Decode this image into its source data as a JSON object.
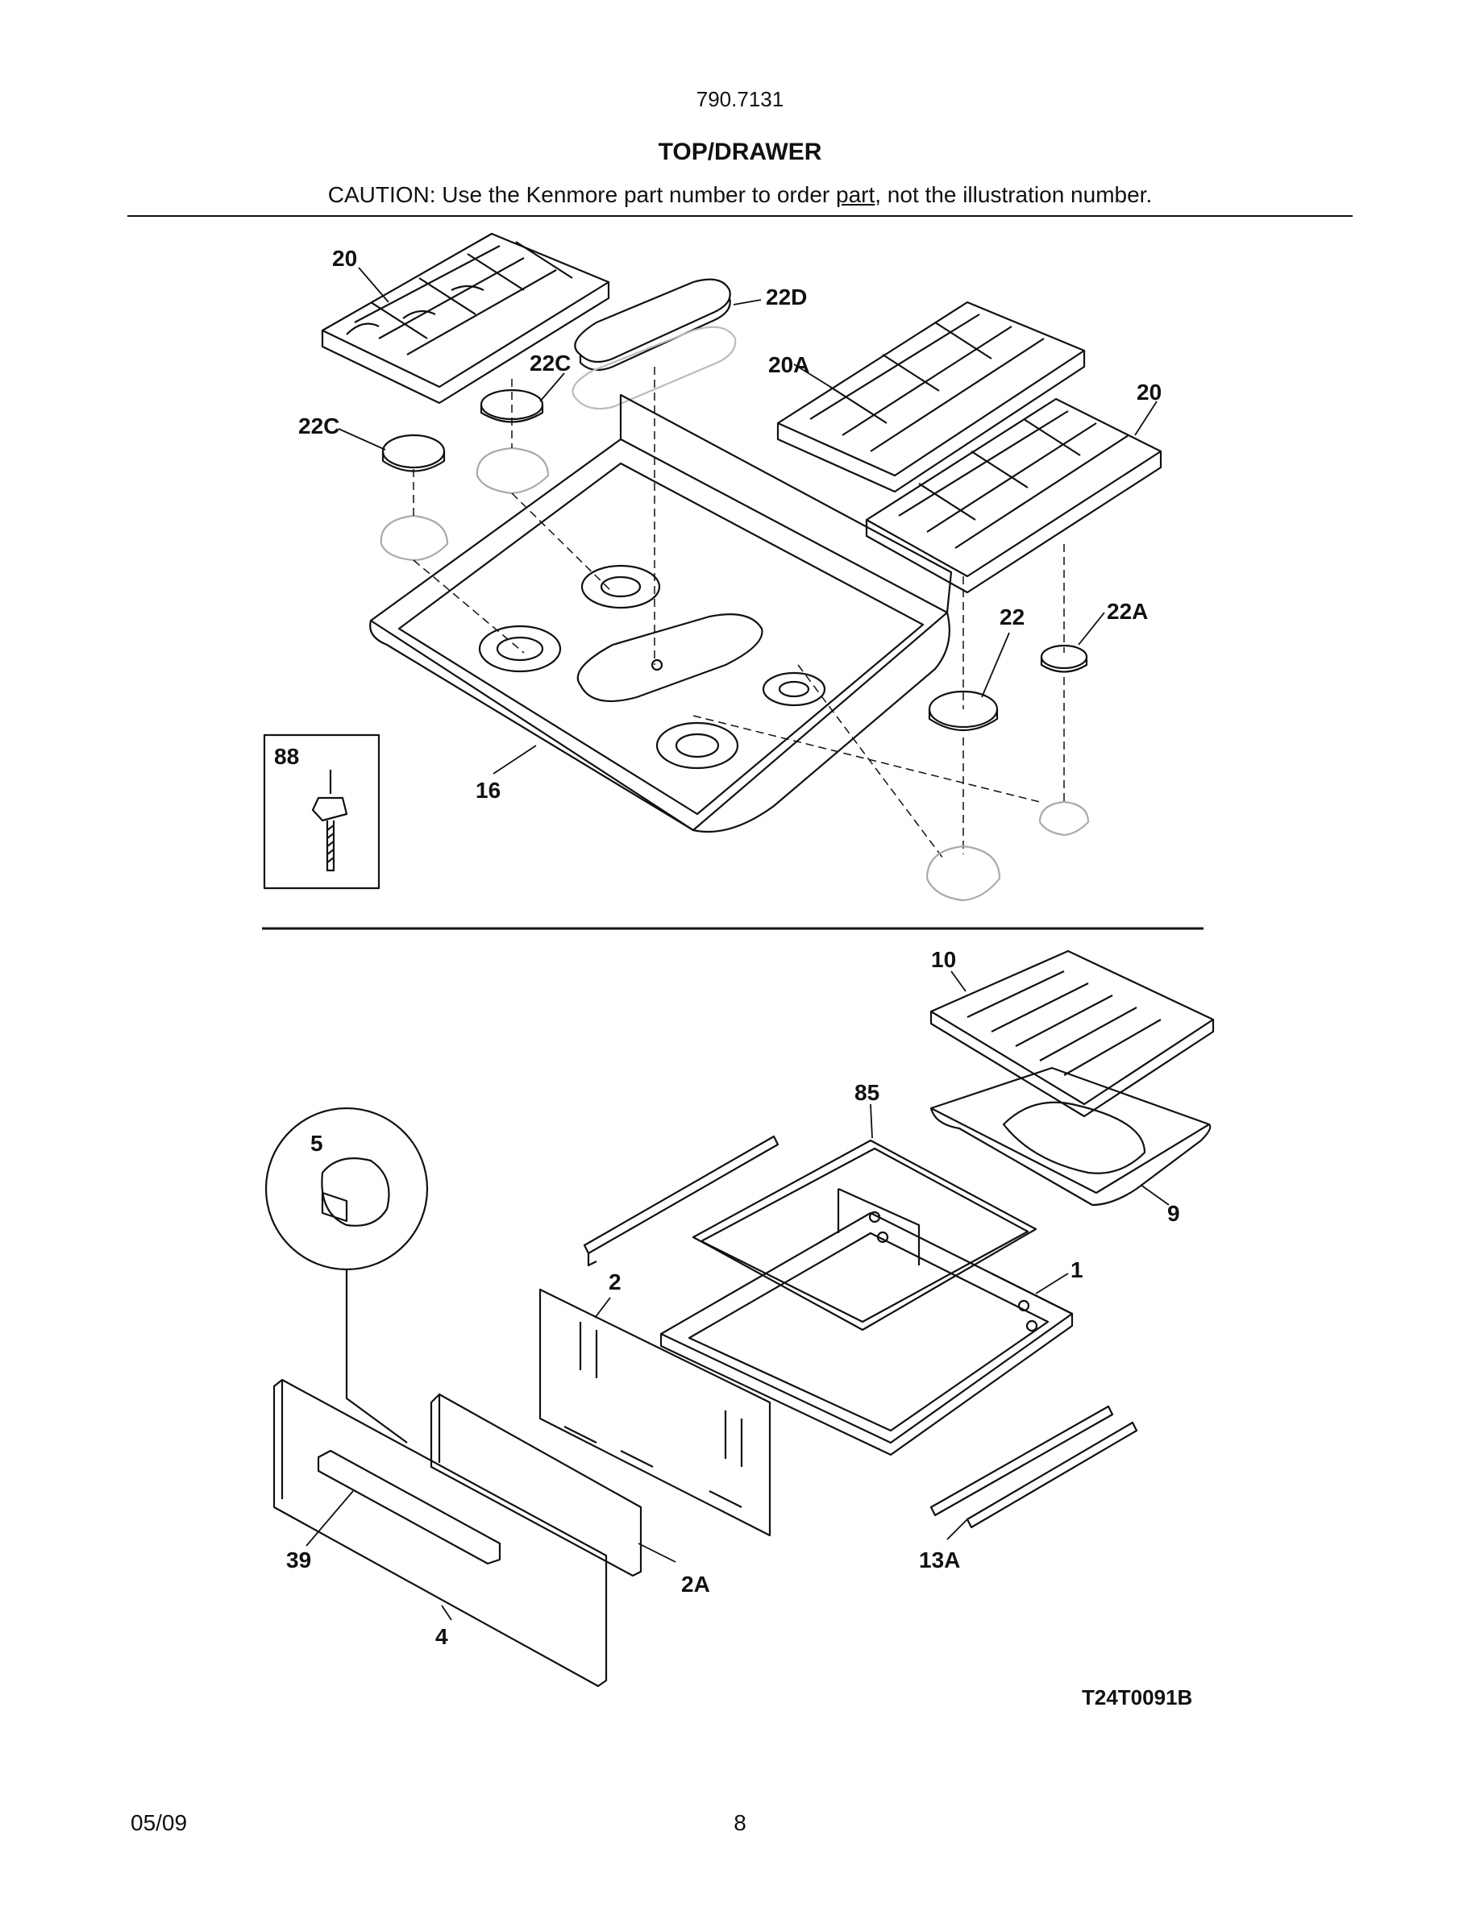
{
  "header": {
    "model_number": "790.7131",
    "title": "TOP/DRAWER",
    "caution_prefix": "CAUTION: Use the Kenmore part number to order ",
    "caution_underlined": "part",
    "caution_suffix": ", not the illustration number."
  },
  "callouts": {
    "grate_left": "20",
    "cap_22d": "22D",
    "cap_22c_upper": "22C",
    "cap_22c_left": "22C",
    "grate_20a": "20A",
    "grate_right": "20",
    "cap_22": "22",
    "cap_22a": "22A",
    "inset_88": "88",
    "cooktop_16": "16",
    "broiler_grid_10": "10",
    "rack_85": "85",
    "knob_5": "5",
    "broiler_pan_9": "9",
    "drawer_1": "1",
    "panel_2": "2",
    "rail_13a": "13A",
    "handle_39": "39",
    "panel_2a": "2A",
    "front_4": "4"
  },
  "diagram_code": "T24T0091B",
  "footer": {
    "date": "05/09",
    "page_number": "8"
  }
}
